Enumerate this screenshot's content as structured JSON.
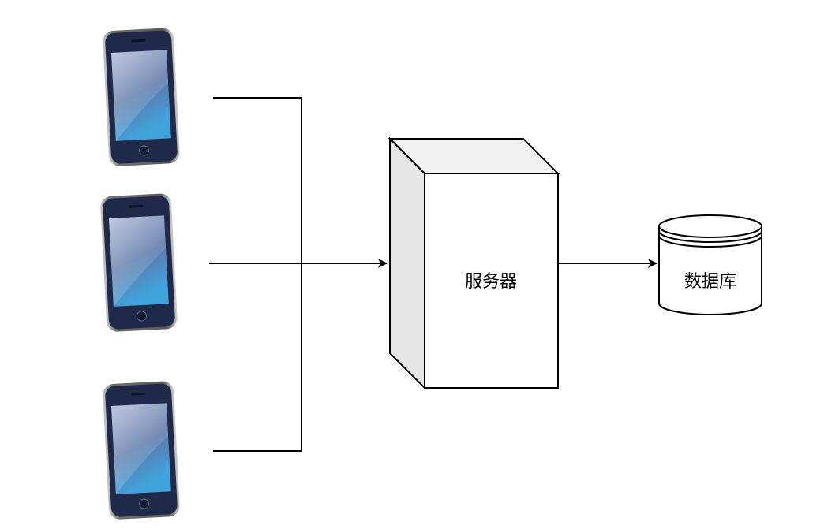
{
  "diagram": {
    "server": {
      "label": "服务器"
    },
    "database": {
      "label": "数据库"
    },
    "clients": [
      {
        "kind": "smartphone-icon"
      },
      {
        "kind": "smartphone-icon"
      },
      {
        "kind": "smartphone-icon"
      }
    ],
    "connections": [
      {
        "from": "client-1",
        "to": "server"
      },
      {
        "from": "client-2",
        "to": "server"
      },
      {
        "from": "client-3",
        "to": "server"
      },
      {
        "from": "server",
        "to": "database"
      }
    ],
    "colors": {
      "stroke": "#000000",
      "box_front": "#ffffff",
      "box_side": "#e6e6e6",
      "box_top": "#f2f2f2",
      "phone_body": "#2b3a63",
      "phone_screen_top": "#8fa0c8",
      "phone_screen_bottom": "#4aa0d8"
    }
  }
}
